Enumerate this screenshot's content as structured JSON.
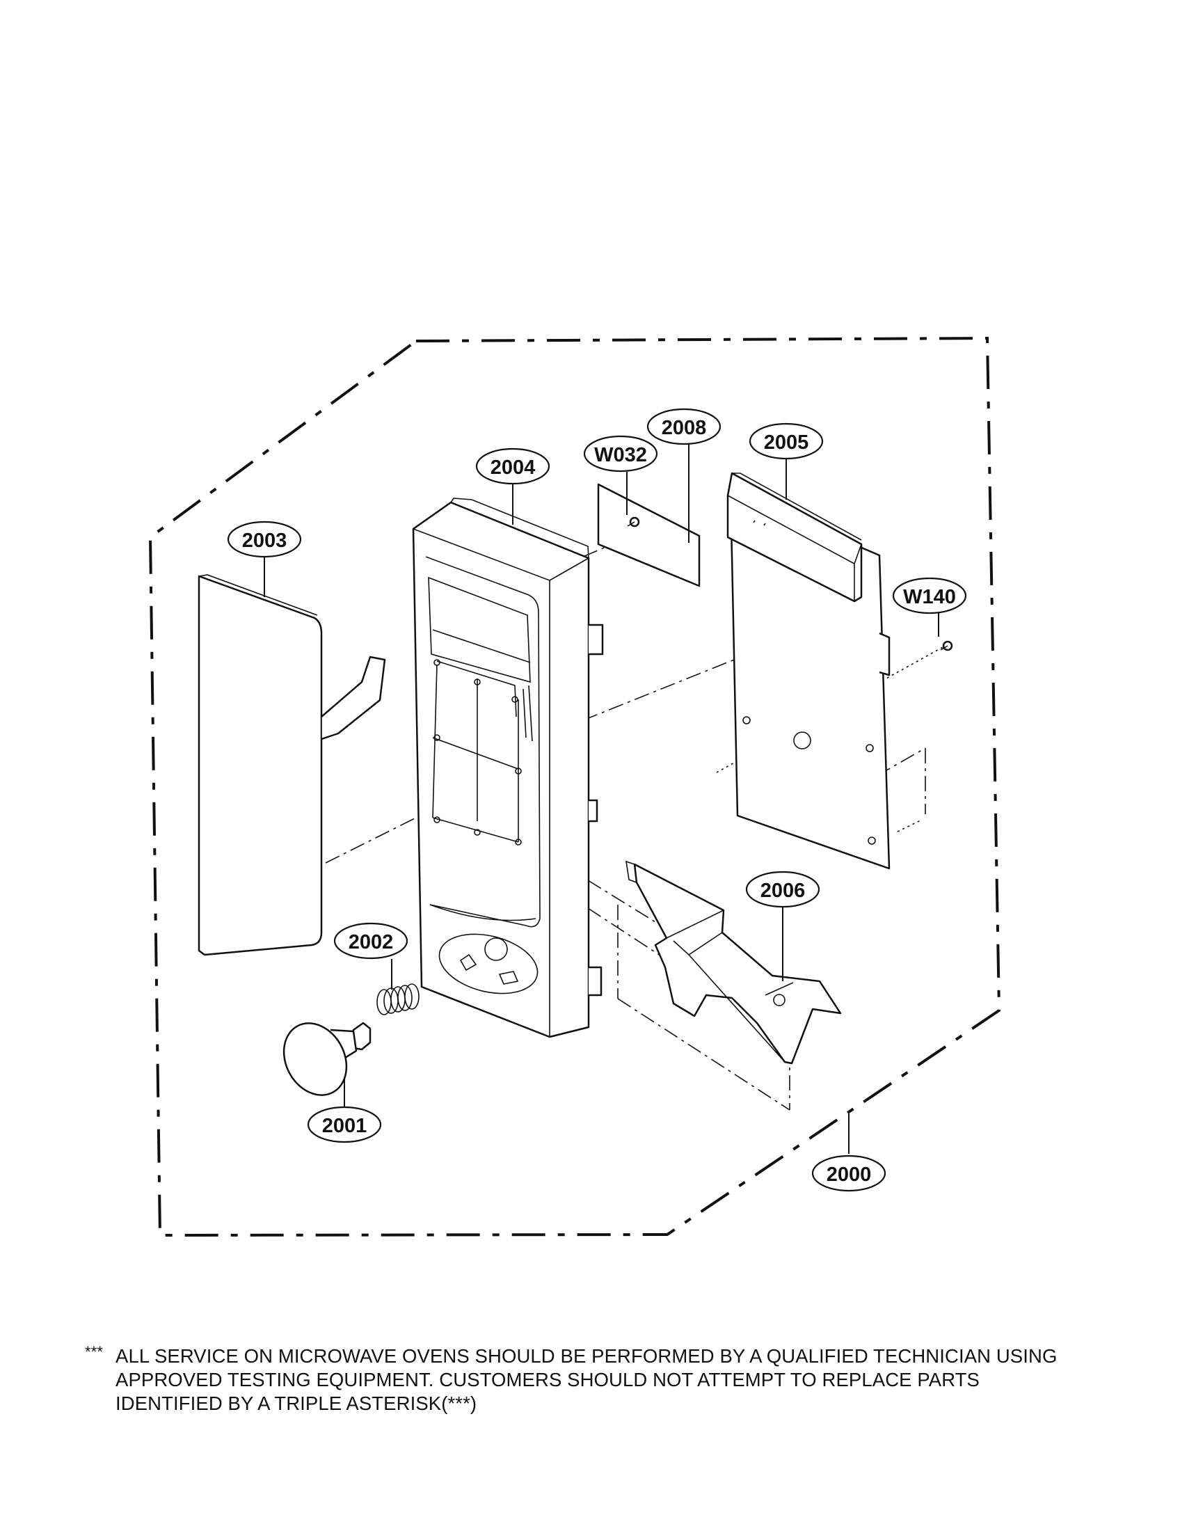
{
  "parts": {
    "p2000": "2000",
    "p2001": "2001",
    "p2002": "2002",
    "p2003": "2003",
    "p2004": "2004",
    "p2005": "2005",
    "p2006": "2006",
    "p2008": "2008",
    "pW032": "W032",
    "pW140": "W140"
  },
  "note": {
    "asterisk": "***",
    "line1": "ALL SERVICE ON MICROWAVE OVENS SHOULD BE PERFORMED BY A QUALIFIED TECHNICIAN USING",
    "line2": "APPROVED TESTING EQUIPMENT. CUSTOMERS SHOULD NOT ATTEMPT TO REPLACE PARTS",
    "line3": "IDENTIFIED BY A TRIPLE ASTERISK(***)"
  }
}
